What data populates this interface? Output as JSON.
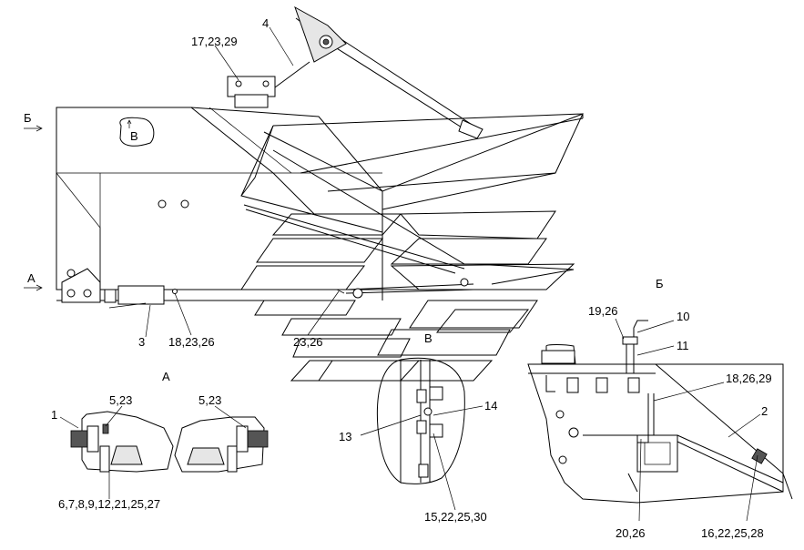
{
  "callouts": {
    "c_17_23_29": "17,23,29",
    "c_4": "4",
    "c_B_arrow": "Б",
    "c_V_window": "В",
    "c_A_arrow": "А",
    "c_3": "3",
    "c_18_23_26": "18,23,26",
    "c_23_26": "23,26",
    "c_V_view": "В",
    "c_B_view": "Б",
    "c_19_26": "19,26",
    "c_10": "10",
    "c_11": "11",
    "c_18_26_29": "18,26,29",
    "c_2": "2",
    "c_A_view": "А",
    "c_1": "1",
    "c_5_23_left": "5,23",
    "c_5_23_right": "5,23",
    "c_6_7_8": "6,7,8,9,12,21,25,27",
    "c_14": "14",
    "c_13": "13",
    "c_15_22": "15,22,25,30",
    "c_20_26": "20,26",
    "c_16_22": "16,22,25,28"
  }
}
